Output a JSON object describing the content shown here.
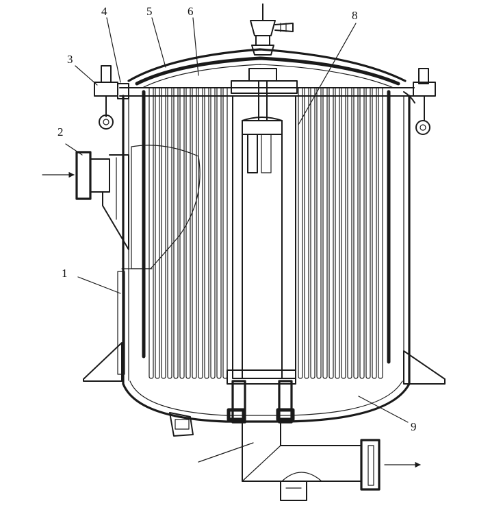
{
  "labels": {
    "l1": "1",
    "l2": "2",
    "l3": "3",
    "l4": "4",
    "l5": "5",
    "l6": "6",
    "l8": "8",
    "l9": "9"
  }
}
